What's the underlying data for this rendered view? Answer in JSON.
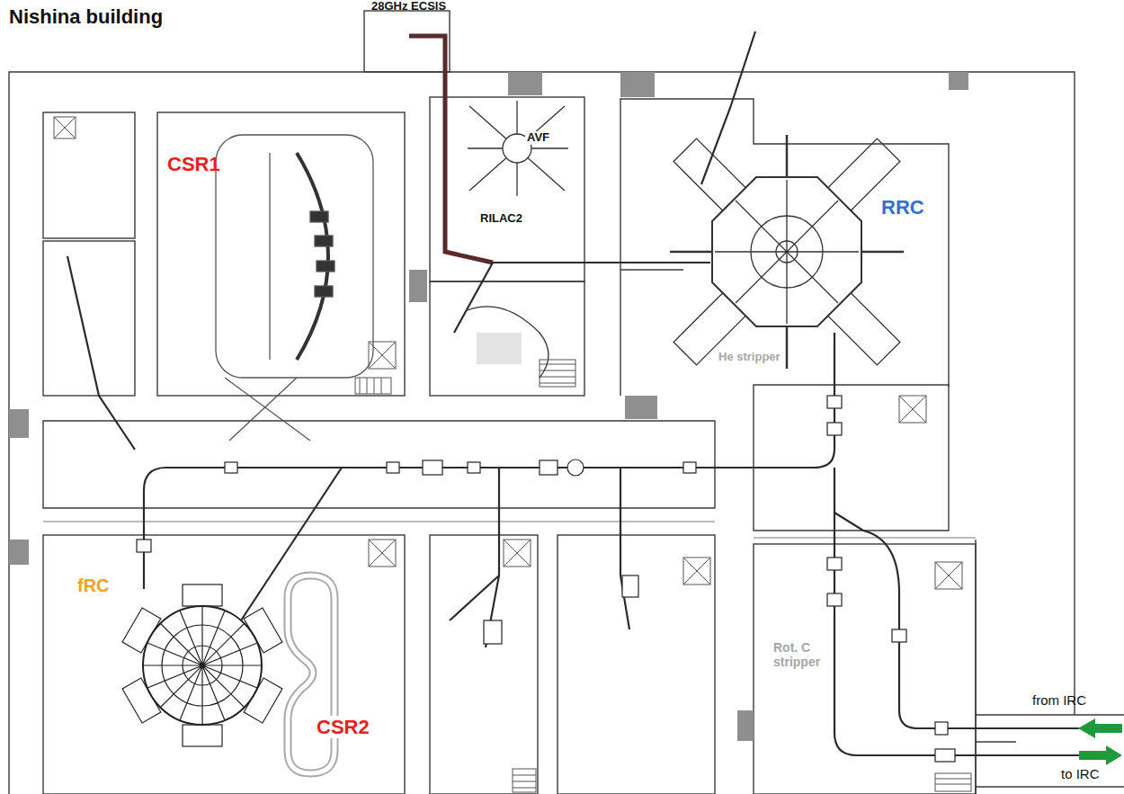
{
  "diagram": {
    "title": "Nishina building",
    "labels": [
      "28GHz ECSIS",
      "CSR1",
      "AVF",
      "RILAC2",
      "RRC",
      "He stripper",
      "fRC",
      "CSR2",
      "Rot. C stripper",
      "from IRC",
      "to IRC"
    ]
  }
}
